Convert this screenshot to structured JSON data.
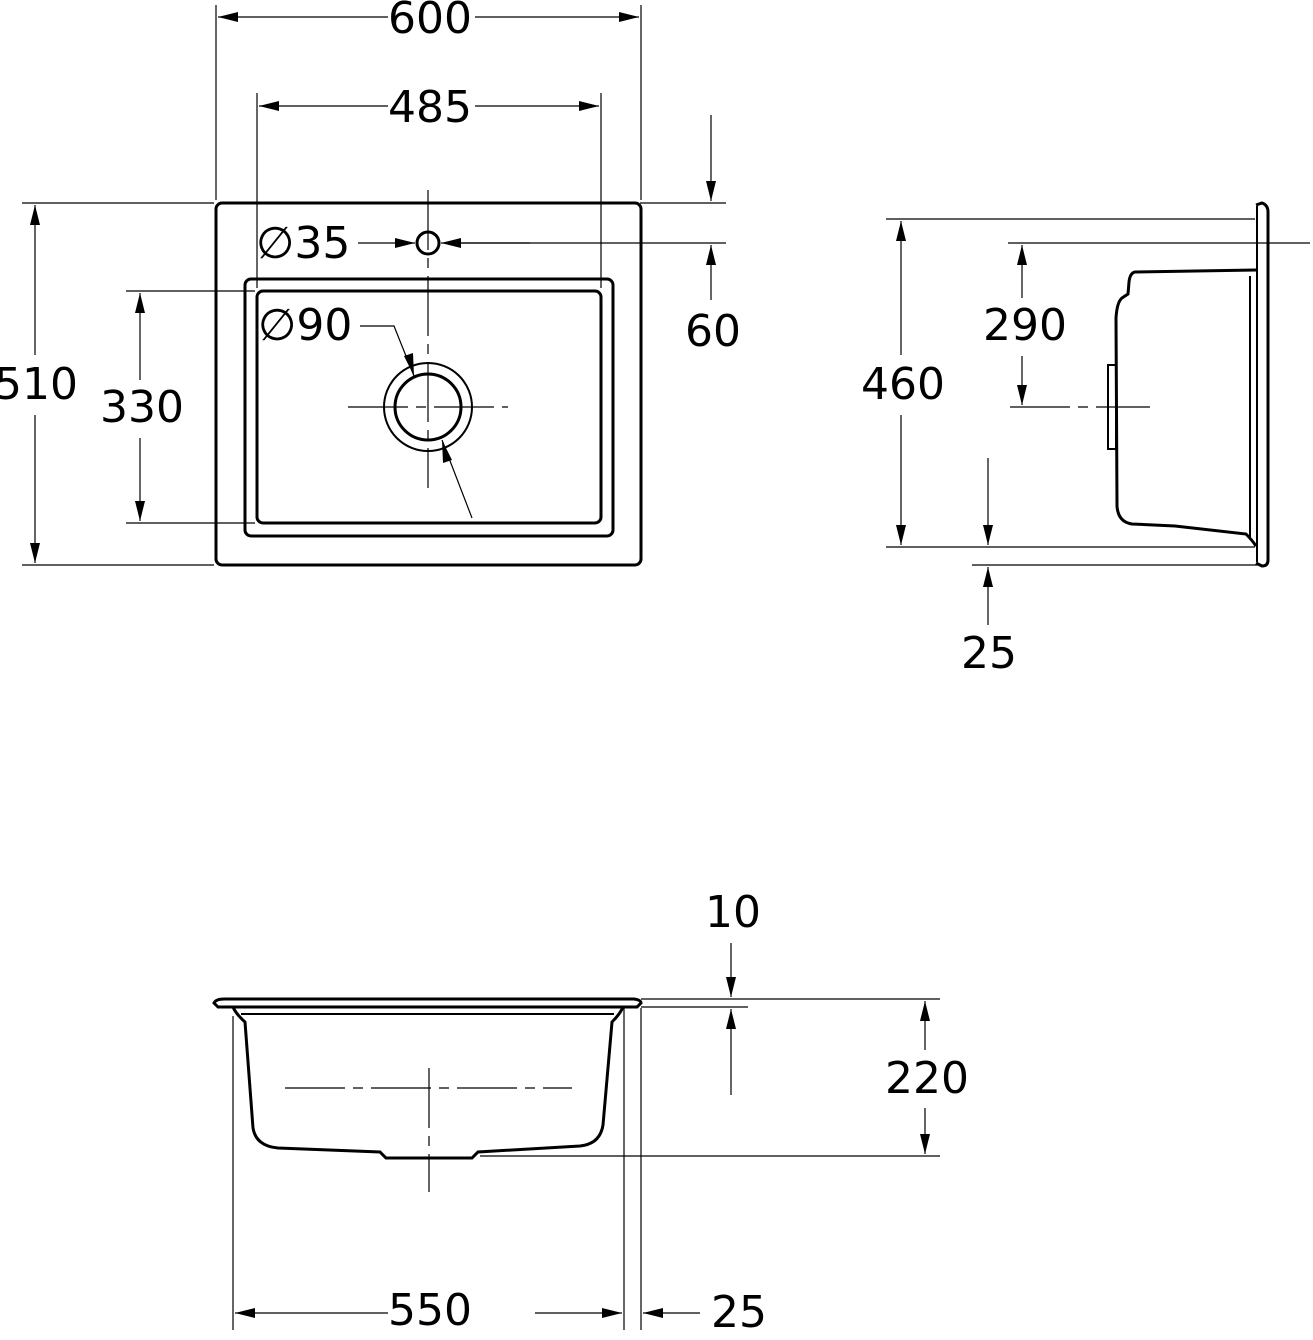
{
  "dimensions": {
    "overall_width": "600",
    "bowl_width": "485",
    "tap_hole": "∅35",
    "drain": "∅90",
    "tap_offset": "60",
    "overall_depth": "510",
    "bowl_depth": "330",
    "side_depth": "460",
    "side_drain_offset": "290",
    "side_rim": "25",
    "rim_thickness": "10",
    "bowl_height": "220",
    "bottom_width": "550",
    "bottom_rim": "25"
  },
  "colors": {
    "line": "#000000",
    "background": "#ffffff"
  }
}
